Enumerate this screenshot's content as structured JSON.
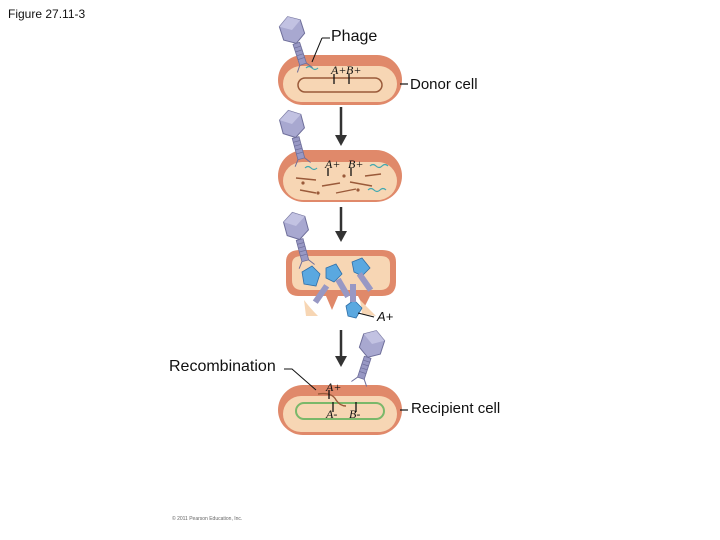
{
  "figure_title": "Figure 27.11-3",
  "labels": {
    "phage": "Phage",
    "donor_cell": "Donor cell",
    "recombination": "Recombination",
    "recipient_cell": "Recipient cell",
    "a_plus_fragment": "A+"
  },
  "gene_labels": {
    "stage1": [
      "A+",
      "B+"
    ],
    "stage2": [
      "A+",
      "B+"
    ],
    "stage4_top": [
      "A+"
    ],
    "stage4_bottom": [
      "A-",
      "B-"
    ]
  },
  "copyright": "© 2011 Pearson Education, Inc.",
  "colors": {
    "cell_wall": "#e0896a",
    "cytoplasm": "#f7d6b4",
    "chromosome": "#9a5a3a",
    "phage": "#a8a8d0",
    "recipient_chromosome": "#7ab86a",
    "phage_dna": "#40a8b0"
  }
}
